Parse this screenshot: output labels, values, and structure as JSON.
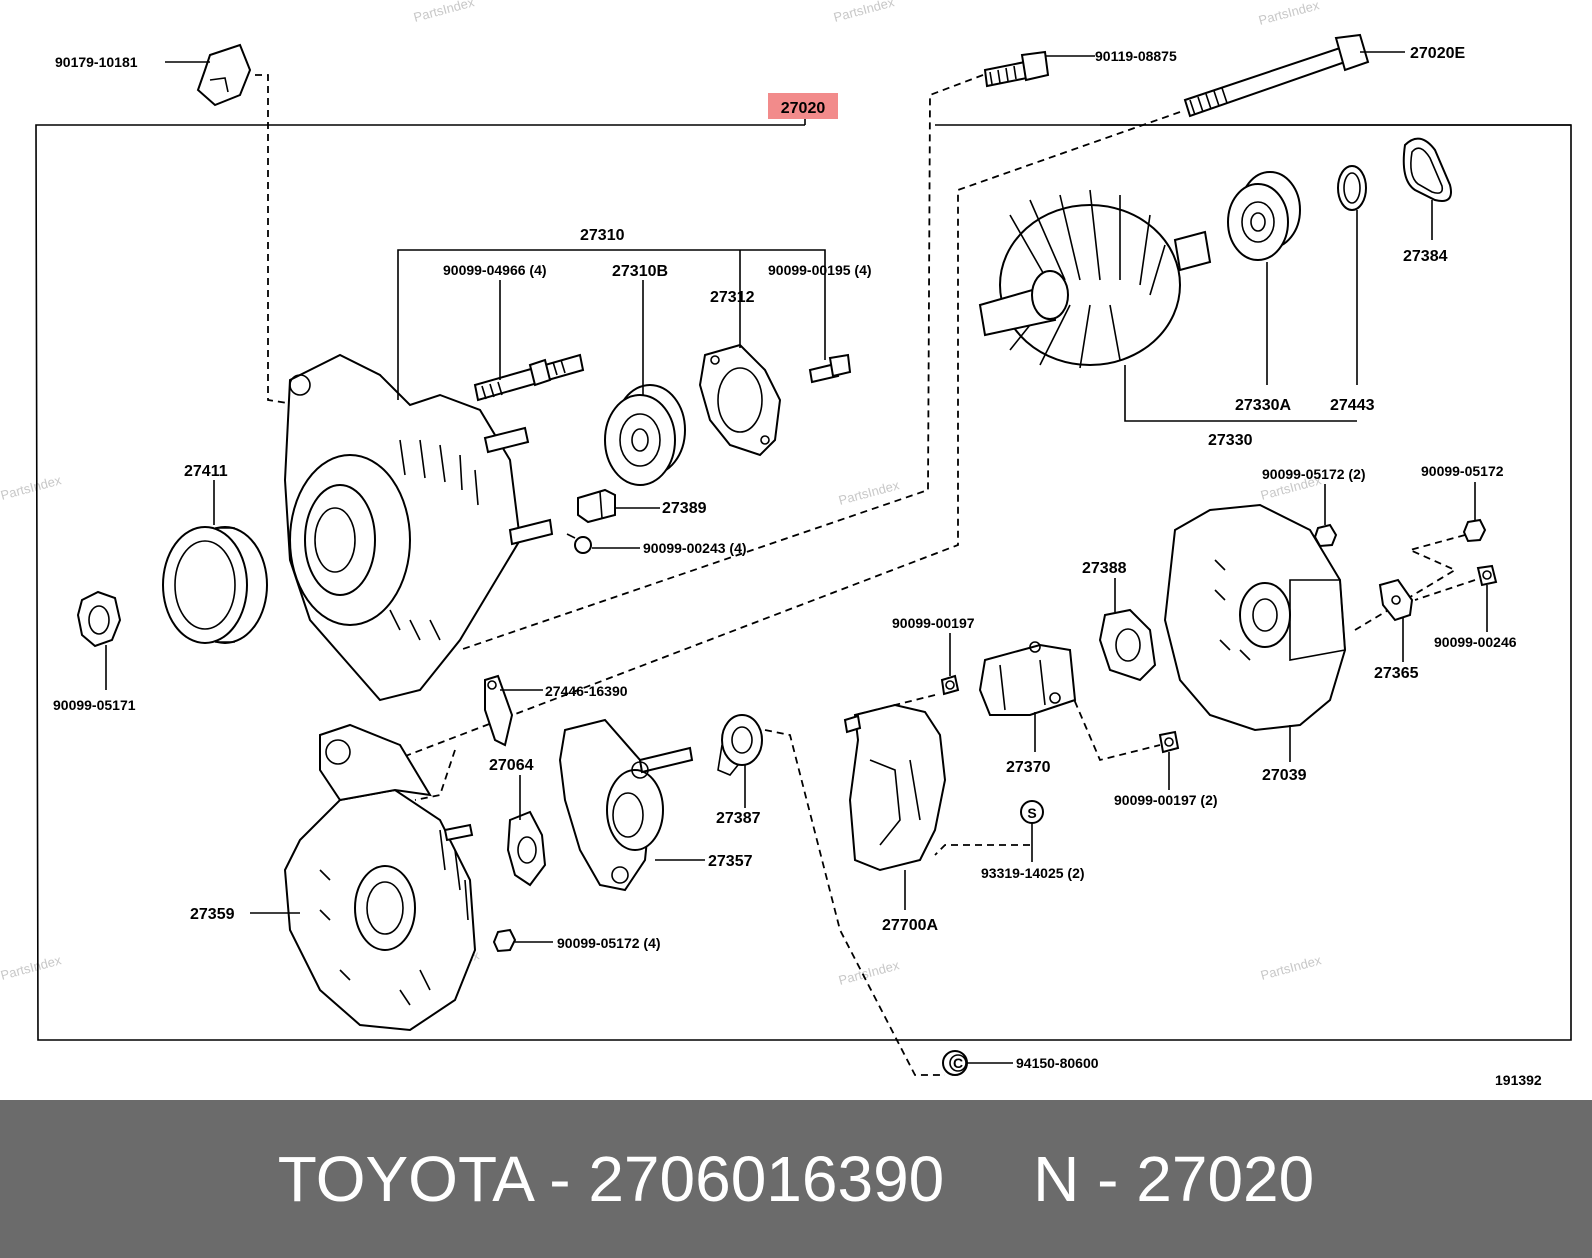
{
  "highlight_color": "#f28b8b",
  "footer_bg": "#6b6b6b",
  "main_part": "27020",
  "drawing_number": "191392",
  "watermark": "PartsIndex",
  "labels": {
    "p90179_10181": "90179-10181",
    "p90119_08875": "90119-08875",
    "p27020E": "27020E",
    "p27310": "27310",
    "p90099_04966": "90099-04966 (4)",
    "p27310B": "27310B",
    "p27312": "27312",
    "p90099_00195": "90099-00195 (4)",
    "p27384": "27384",
    "p27330A": "27330A",
    "p27443": "27443",
    "p27330": "27330",
    "p27411": "27411",
    "p27389": "27389",
    "p90099_00243": "90099-00243 (4)",
    "p90099_05172_2": "90099-05172 (2)",
    "p90099_05172": "90099-05172",
    "p27388": "27388",
    "p90099_00197": "90099-00197",
    "p90099_00246": "90099-00246",
    "p27365": "27365",
    "p90099_05171": "90099-05171",
    "p27446_16390": "27446-16390",
    "p27064": "27064",
    "p27387": "27387",
    "p27370": "27370",
    "p27039": "27039",
    "p90099_00197_2": "90099-00197 (2)",
    "p27357": "27357",
    "p93319_14025": "93319-14025 (2)",
    "p27359": "27359",
    "p27700A": "27700A",
    "p90099_05172_4": "90099-05172 (4)",
    "p94150_80600": "94150-80600",
    "s_mark": "S",
    "c_mark": "C"
  },
  "footer": {
    "brand": "TOYOTA",
    "sep1": " - ",
    "part_number": "2706016390",
    "gap": "     ",
    "ref": "N",
    "sep2": " - ",
    "ref_number": "27020"
  }
}
